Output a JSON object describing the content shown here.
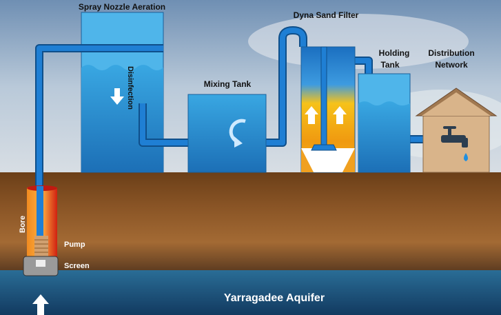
{
  "labels": {
    "spray": "Spray Nozzle Aeration",
    "disinfection": "Disinfection",
    "mixing": "Mixing Tank",
    "filter": "Dyna Sand Filter",
    "holding_1": "Holding",
    "holding_2": "Tank",
    "distribution_1": "Distribution",
    "distribution_2": "Network",
    "bore": "Bore",
    "pump": "Pump",
    "screen": "Screen",
    "aquifer": "Yarragadee Aquifer"
  },
  "colors": {
    "pipe": "#1f7fd4",
    "tank": "#2e9ad8",
    "soil": "#7a4a1e",
    "aquifer": "#1c4f78",
    "house": "#d9b48a"
  }
}
